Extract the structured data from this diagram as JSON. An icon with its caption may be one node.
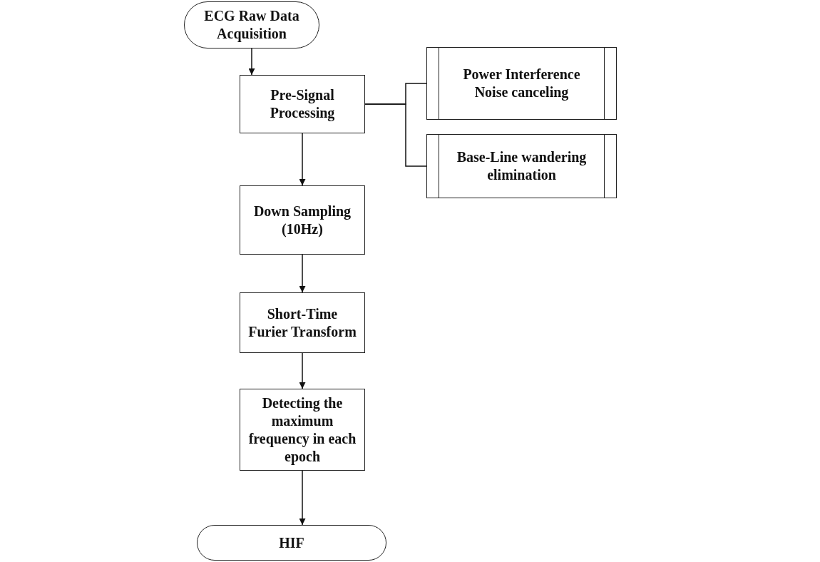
{
  "diagram": {
    "nodes": [
      {
        "text": [
          "ECG Raw Data Acquisition"
        ]
      },
      {
        "text": [
          "Pre-Signal Processing"
        ]
      },
      {
        "text": [
          "Power Interference Noise canceling"
        ]
      },
      {
        "text": [
          "Base-Line wandering elimination"
        ]
      },
      {
        "text": [
          "Down Sampling (10Hz)"
        ]
      },
      {
        "text": [
          "Short-Time Furier Transform"
        ]
      },
      {
        "text": [
          "Detecting the maximum frequency in each epoch"
        ]
      },
      {
        "text": [
          "HIF"
        ]
      }
    ],
    "edges": [
      {
        "from": 0,
        "to": 1,
        "arrow": "to"
      },
      {
        "from": 1,
        "to": 2,
        "arrow": "none"
      },
      {
        "from": 1,
        "to": 3,
        "arrow": "none"
      },
      {
        "from": 1,
        "to": 4,
        "arrow": "to"
      },
      {
        "from": 4,
        "to": 5,
        "arrow": "to"
      },
      {
        "from": 5,
        "to": 6,
        "arrow": "to"
      },
      {
        "from": 6,
        "to": 7,
        "arrow": "to"
      }
    ]
  }
}
